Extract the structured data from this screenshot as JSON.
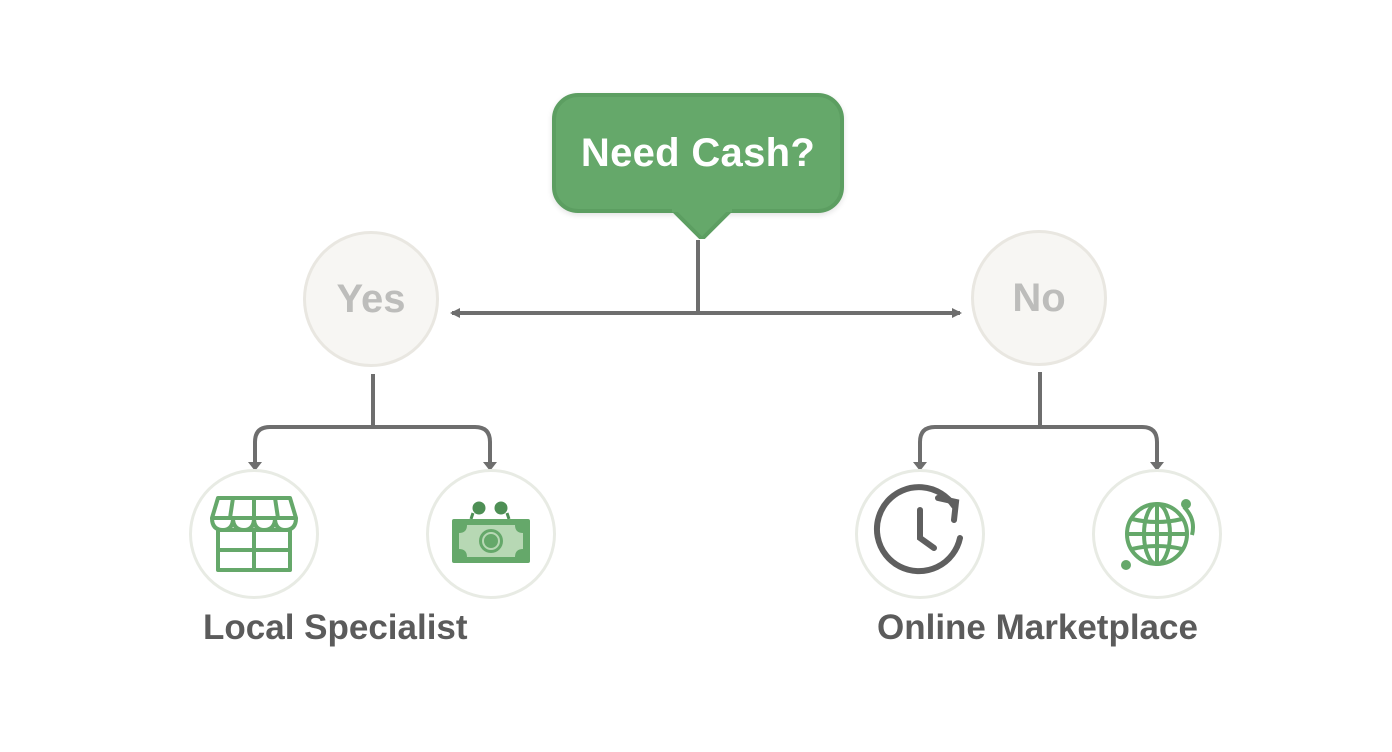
{
  "question": {
    "text": "Need Cash?"
  },
  "answers": {
    "yes": "Yes",
    "no": "No"
  },
  "branches": {
    "yes": {
      "label": "Local Specialist",
      "icons": [
        "storefront-icon",
        "cash-icon"
      ]
    },
    "no": {
      "label": "Online Marketplace",
      "icons": [
        "clock-refresh-icon",
        "globe-icon"
      ]
    }
  },
  "colors": {
    "accent_green": "#65a86a",
    "connector_gray": "#6e6e6e",
    "label_gray": "#5b5b5b",
    "answer_text": "#bdbdbb"
  }
}
